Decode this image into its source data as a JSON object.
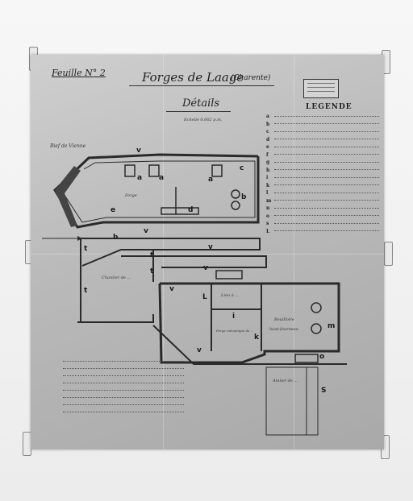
{
  "sheet": {
    "sheet_label": "Feuille N° 2",
    "title": "Forges de Laage",
    "title_region": "(Charente)",
    "subtitle": "Détails",
    "scale_note": "Echelle 0.002 p.m.",
    "river_label": "Bief de Vienne",
    "legend_title": "LEGENDE"
  },
  "legend": {
    "letters": [
      "a",
      "b",
      "c",
      "d",
      "e",
      "f",
      "g",
      "h",
      "i",
      "k",
      "l",
      "m",
      "n",
      "o",
      "s",
      "L"
    ]
  },
  "plan": {
    "forge_label": "Forge",
    "canal_label": "Chantier de ...",
    "room_label": "Bouilloire",
    "room_label2": "haut-fourneau",
    "room_label3": "Forge mécanique de ...",
    "room_label4": "Lieu à ...",
    "bottom_room": "Atelier de ...",
    "markers": {
      "a": "a",
      "b": "b",
      "c": "c",
      "d": "d",
      "e": "e",
      "h": "h",
      "k": "k",
      "l": "L",
      "m": "m",
      "i": "i",
      "t": "t",
      "v": "v",
      "o": "o",
      "s": "S"
    }
  },
  "colors": {
    "paper": "#bdbdbd",
    "ink": "#222222",
    "wall": "#efefef"
  }
}
